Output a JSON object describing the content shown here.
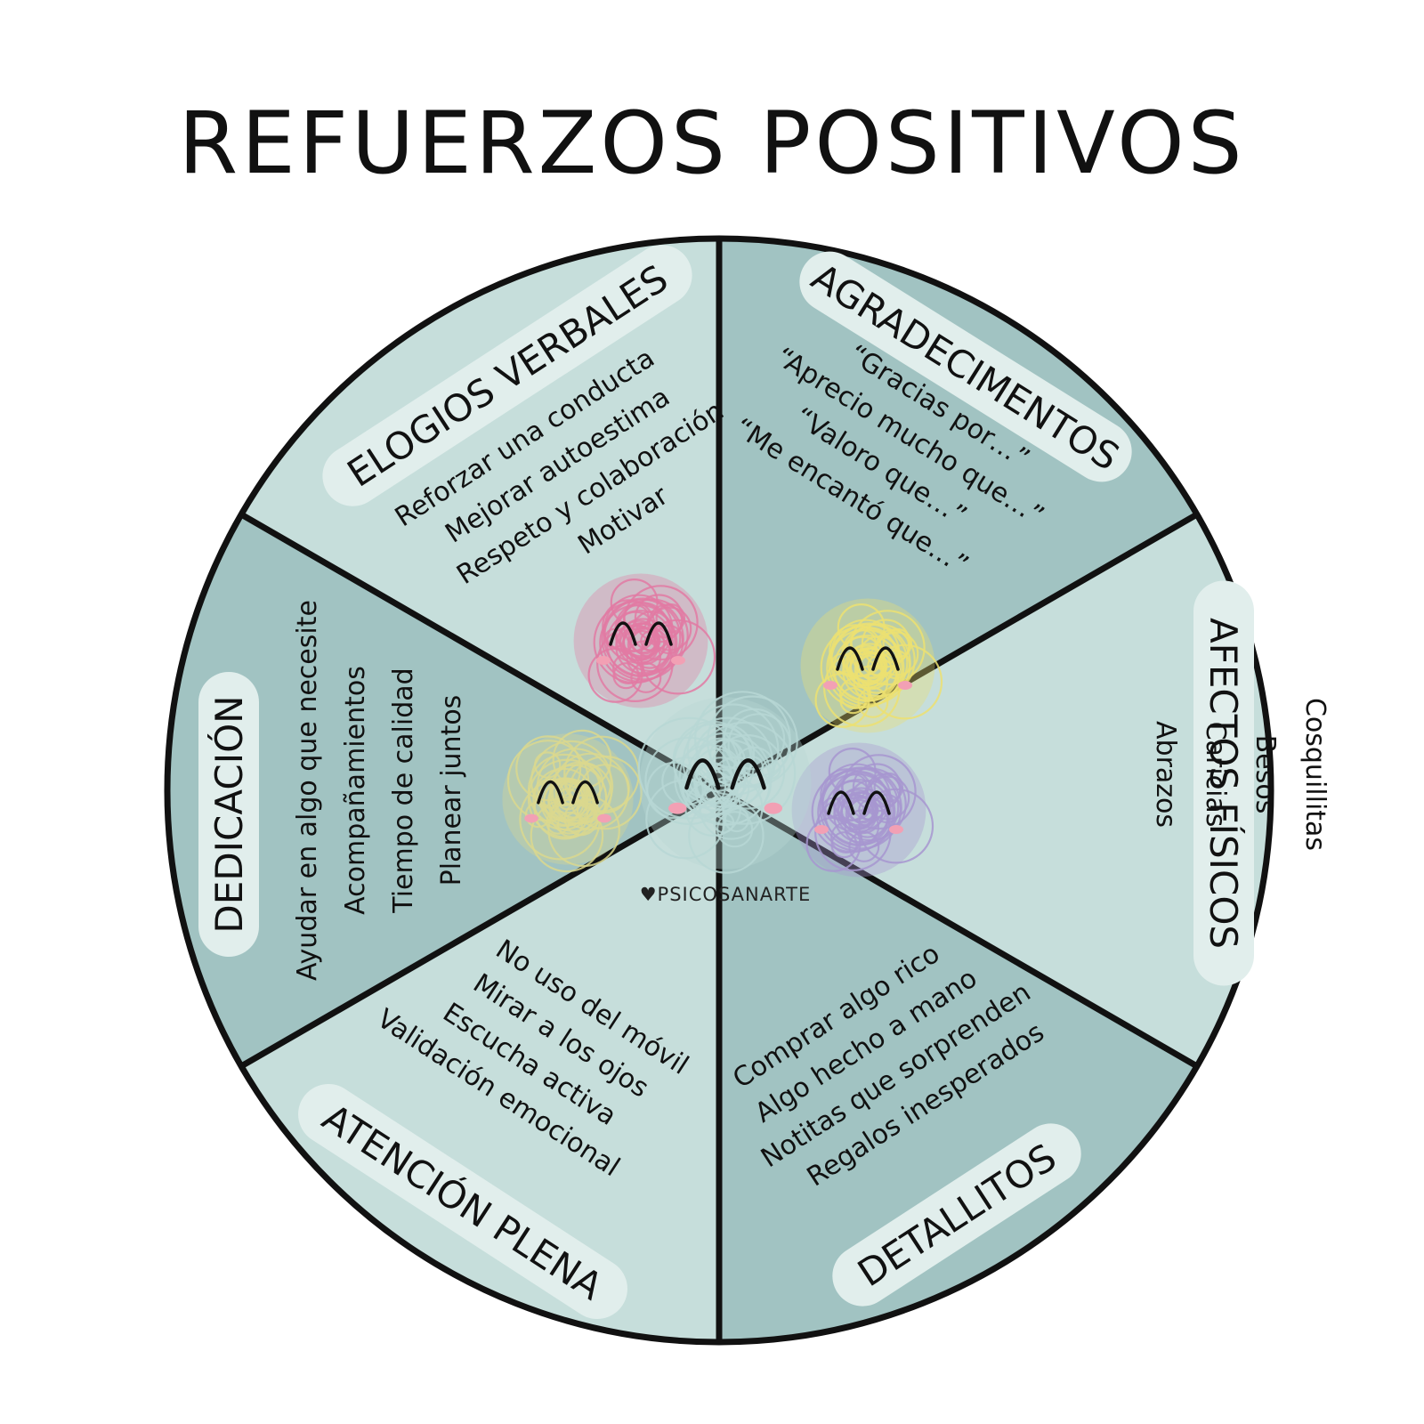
{
  "title": "REFUERZOS POSITIVOS",
  "credit": "♥PSICOSANARTE",
  "colors": {
    "light": "#c6dedb",
    "dark": "#a1c3c2",
    "pill": "#e1eeec",
    "outline": "#111111",
    "pink": "#e27aa3",
    "yellow": "#ece071",
    "olive": "#dad88e",
    "purple": "#a796d0",
    "teal": "#b7d7d5"
  },
  "sections": [
    {
      "id": "elogios",
      "title": "ELOGIOS VERBALES",
      "items": [
        "Reforzar una conducta",
        "Mejorar autoestima",
        "Respeto y colaboración",
        "Motivar"
      ]
    },
    {
      "id": "agradecimentos",
      "title": "AGRADECIMENTOS",
      "items": [
        "“Gracias por…”",
        "“Aprecio mucho que…”",
        "“Valoro que…”",
        "“Me encantó que…”"
      ]
    },
    {
      "id": "afectos",
      "title": "AFECTOS FÍSICOS",
      "items": [
        "Abrazos",
        "Caricias",
        "Besos",
        "Cosquillitas"
      ]
    },
    {
      "id": "detallitos",
      "title": "DETALLITOS",
      "items": [
        "Comprar algo rico",
        "Algo hecho a mano",
        "Notitas que sorprenden",
        "Regalos inesperados"
      ]
    },
    {
      "id": "atencion",
      "title": "ATENCIÓN PLENA",
      "items": [
        "No uso del móvil",
        "Mirar a los ojos",
        "Escucha activa",
        "Validación emocional"
      ]
    },
    {
      "id": "dedicacion",
      "title": "DEDICACIÓN",
      "items": [
        "Ayudar en algo que necesite",
        "Acompañamientos",
        "Tiempo de calidad",
        "Planear juntos"
      ]
    }
  ],
  "characters": [
    {
      "id": "pink",
      "color": "pink"
    },
    {
      "id": "yellow",
      "color": "yellow"
    },
    {
      "id": "olive",
      "color": "olive"
    },
    {
      "id": "purple",
      "color": "purple"
    },
    {
      "id": "teal",
      "color": "teal"
    }
  ]
}
